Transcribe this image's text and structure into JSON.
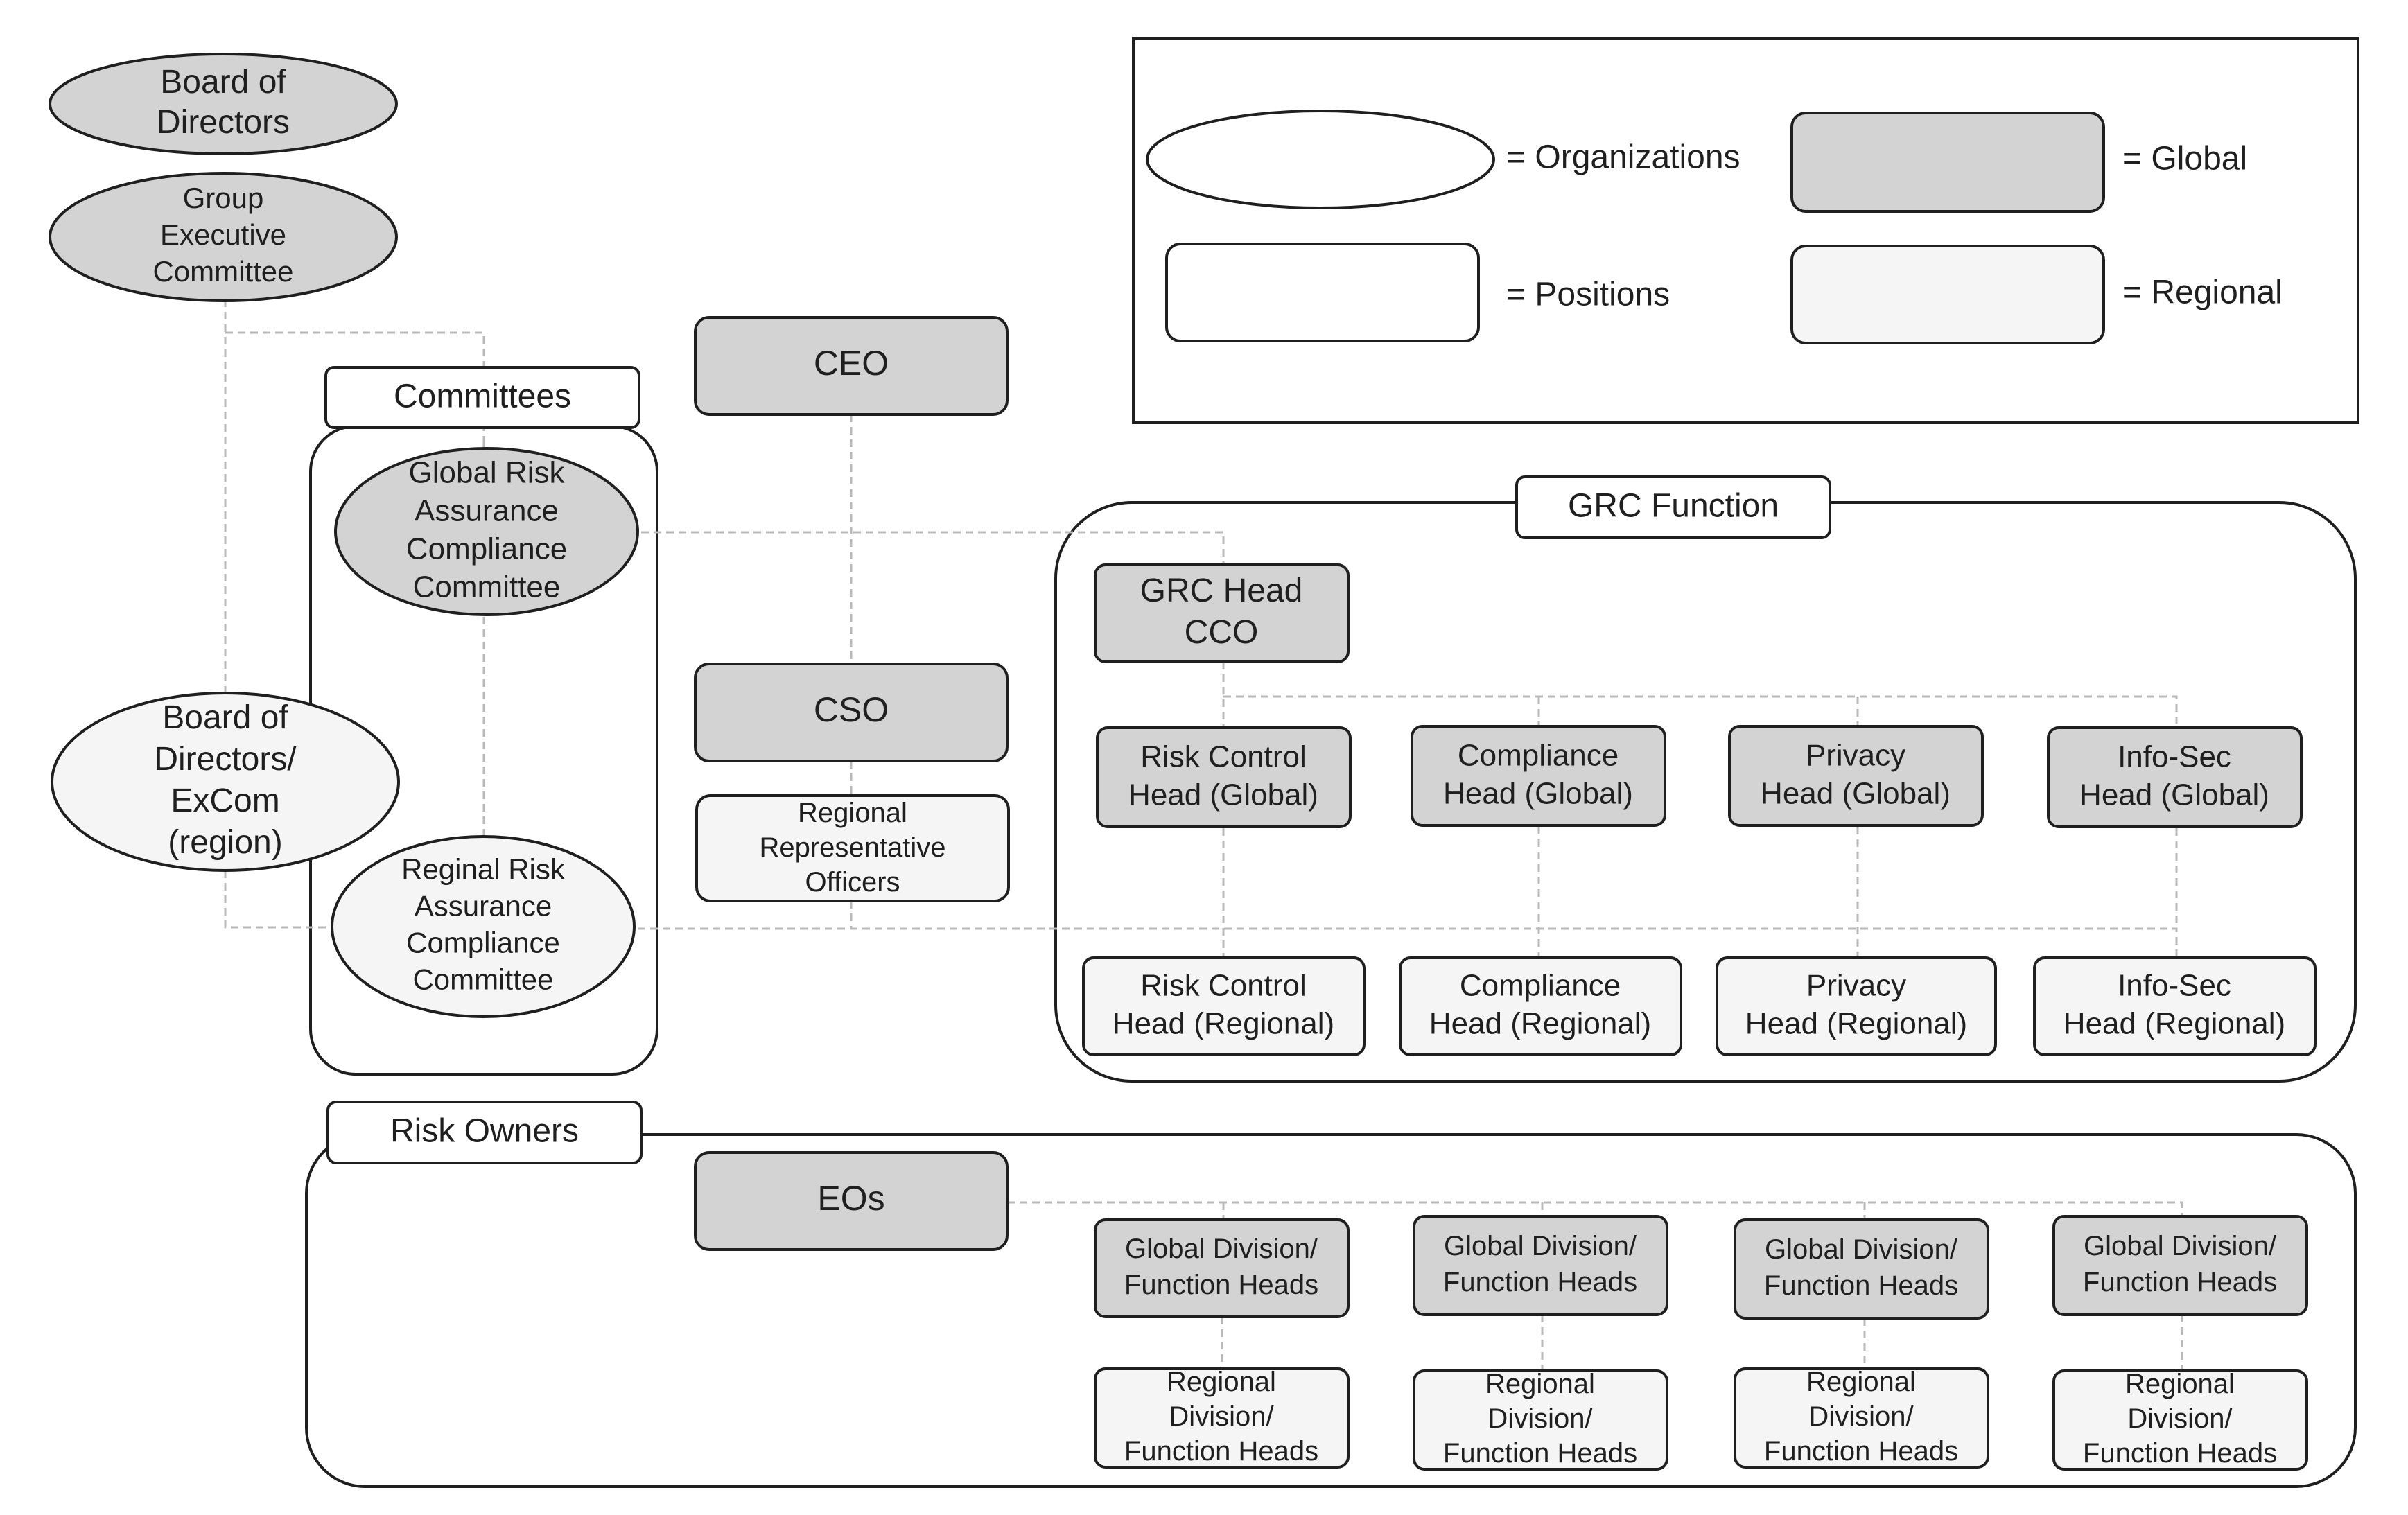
{
  "colors": {
    "global": "#d3d3d3",
    "regional": "#f5f5f5",
    "organization": "#ffffff",
    "stroke": "#1f1f1f",
    "connector": "#b9b9b9"
  },
  "legend": {
    "organizations": "= Organizations",
    "positions": "= Positions",
    "global": "= Global",
    "regional": "= Regional"
  },
  "sections": {
    "committees": "Committees",
    "grc_function": "GRC Function",
    "risk_owners": "Risk Owners"
  },
  "nodes": {
    "board_global": [
      "Board of",
      "Directors"
    ],
    "group_exec": [
      "Group",
      "Executive",
      "Committee"
    ],
    "global_rac": [
      "Global Risk",
      "Assurance",
      "Compliance",
      "Committee"
    ],
    "board_region": [
      "Board of",
      "Directors/",
      "ExCom",
      "(region)"
    ],
    "regional_rac": [
      "Reginal Risk",
      "Assurance",
      "Compliance",
      "Committee"
    ],
    "ceo": [
      "CEO"
    ],
    "cso": [
      "CSO"
    ],
    "rro": [
      "Regional",
      "Representative",
      "Officers"
    ],
    "grc_head": [
      "GRC Head",
      "CCO"
    ],
    "rc_global": [
      "Risk Control",
      "Head (Global)"
    ],
    "comp_global": [
      "Compliance",
      "Head (Global)"
    ],
    "priv_global": [
      "Privacy",
      "Head (Global)"
    ],
    "info_global": [
      "Info-Sec",
      "Head (Global)"
    ],
    "rc_regional": [
      "Risk Control",
      "Head (Regional)"
    ],
    "comp_regional": [
      "Compliance",
      "Head (Regional)"
    ],
    "priv_regional": [
      "Privacy",
      "Head (Regional)"
    ],
    "info_regional": [
      "Info-Sec",
      "Head (Regional)"
    ],
    "eos": [
      "EOs"
    ],
    "gdfh_1": [
      "Global Division/",
      "Function Heads"
    ],
    "gdfh_2": [
      "Global Division/",
      "Function Heads"
    ],
    "gdfh_3": [
      "Global Division/",
      "Function Heads"
    ],
    "gdfh_4": [
      "Global Division/",
      "Function Heads"
    ],
    "rdfh_1": [
      "Regional",
      "Division/",
      "Function Heads"
    ],
    "rdfh_2": [
      "Regional",
      "Division/",
      "Function Heads"
    ],
    "rdfh_3": [
      "Regional",
      "Division/",
      "Function Heads"
    ],
    "rdfh_4": [
      "Regional",
      "Division/",
      "Function Heads"
    ]
  }
}
